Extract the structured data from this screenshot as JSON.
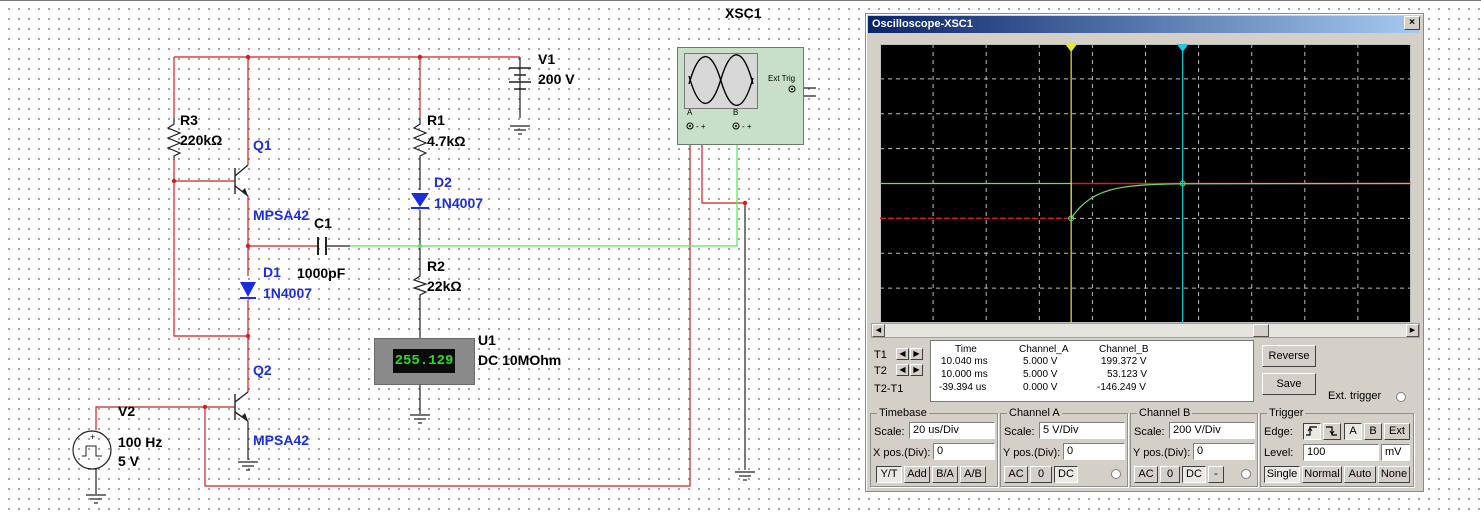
{
  "schematic": {
    "instrument_label": "XSC1",
    "v1_name": "V1",
    "v1_value": "200 V",
    "r3_name": "R3",
    "r3_value": "220kΩ",
    "q1_name": "Q1",
    "q1_model": "MPSA42",
    "r1_name": "R1",
    "r1_value": "4.7kΩ",
    "d2_name": "D2",
    "d2_model": "1N4007",
    "c1_name": "C1",
    "c1_value": "1000pF",
    "d1_name": "D1",
    "d1_model": "1N4007",
    "r2_name": "R2",
    "r2_value": "22kΩ",
    "u1_name": "U1",
    "u1_value": "DC  10MOhm",
    "q2_name": "Q2",
    "q2_model": "MPSA42",
    "v2_name": "V2",
    "v2_freq": "100 Hz",
    "v2_amp": "5 V",
    "multimeter_reading": "255.129",
    "scope_icon": {
      "ext_trig_label": "Ext Trig",
      "ch_a_label": "A",
      "ch_b_label": "B"
    },
    "colors": {
      "wire_red": "#d21e1e",
      "wire_green": "#5fe05f",
      "wire_dark": "#222222",
      "component_blue": "#1a2ee0"
    }
  },
  "oscilloscope": {
    "title": "Oscilloscope-XSC1",
    "close_label": "×",
    "cursor_labels": {
      "t1": "T1",
      "t2": "T2",
      "t2t1": "T2-T1"
    },
    "readout": {
      "headers": [
        "Time",
        "Channel_A",
        "Channel_B"
      ],
      "rows": [
        [
          "10.040 ms",
          "5.000 V",
          "199.372 V"
        ],
        [
          "10.000 ms",
          "5.000 V",
          "53.123 V"
        ],
        [
          "-39.394 us",
          "0.000 V",
          "-146.249 V"
        ]
      ]
    },
    "buttons": {
      "reverse": "Reverse",
      "save": "Save",
      "ext_trigger": "Ext. trigger"
    },
    "timebase": {
      "title": "Timebase",
      "scale_label": "Scale:",
      "scale_value": "20 us/Div",
      "xpos_label": "X pos.(Div):",
      "xpos_value": "0",
      "modes": [
        "Y/T",
        "Add",
        "B/A",
        "A/B"
      ],
      "active_mode": "Y/T"
    },
    "channel_a": {
      "title": "Channel A",
      "scale_label": "Scale:",
      "scale_value": "5  V/Div",
      "ypos_label": "Y pos.(Div):",
      "ypos_value": "0",
      "coupling": [
        "AC",
        "0",
        "DC"
      ],
      "active_coupling": "DC"
    },
    "channel_b": {
      "title": "Channel B",
      "scale_label": "Scale:",
      "scale_value": "200  V/Div",
      "ypos_label": "Y pos.(Div):",
      "ypos_value": "0",
      "coupling": [
        "AC",
        "0",
        "DC",
        "-"
      ],
      "active_coupling": "DC"
    },
    "trigger": {
      "title": "Trigger",
      "edge_label": "Edge:",
      "edge_sources": [
        "A",
        "B",
        "Ext"
      ],
      "level_label": "Level:",
      "level_value": "100",
      "level_unit": "mV",
      "modes": [
        "Single",
        "Normal",
        "Auto",
        "None"
      ],
      "active_mode": "Single"
    },
    "display": {
      "grid_divisions": {
        "x": 10,
        "y": 8
      },
      "cursor_t1_color": "#e6e62a",
      "cursor_t2_color": "#1ec8e6",
      "channel_a_color": "#6fdc6f",
      "channel_b_color": "#d21e1e",
      "channel_a_trace": {
        "before_edge_div": 0.0,
        "after_edge_start_div": -1.0,
        "settle_div": 0.0
      },
      "channel_b_trace": {
        "before_edge_div": -1.0,
        "after_edge_div": 0.0
      },
      "edge_position_fraction": 0.36,
      "t1_position_fraction": 0.36,
      "t2_position_fraction": 0.57
    }
  }
}
